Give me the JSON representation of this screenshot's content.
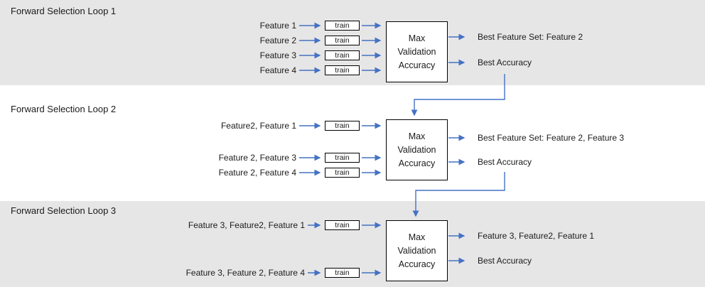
{
  "colors": {
    "band_bg": "#E7E6E6",
    "arrow_blue": "#4472C4",
    "box_border": "#000000",
    "text": "#1A1A1A"
  },
  "loops": [
    {
      "title": "Forward Selection Loop 1",
      "inputs": [
        "Feature 1",
        "Feature 2",
        "Feature 3",
        "Feature 4"
      ],
      "train_label": "train",
      "selector_box": [
        "Max",
        "Validation",
        "Accuracy"
      ],
      "outputs": [
        "Best Feature Set: Feature 2",
        "Best Accuracy"
      ]
    },
    {
      "title": "Forward Selection Loop 2",
      "inputs": [
        "Feature2, Feature 1",
        "Feature 2, Feature 3",
        "Feature 2, Feature 4"
      ],
      "train_label": "train",
      "selector_box": [
        "Max",
        "Validation",
        "Accuracy"
      ],
      "outputs": [
        "Best Feature Set: Feature 2, Feature 3",
        "Best Accuracy"
      ]
    },
    {
      "title": "Forward Selection Loop 3",
      "inputs": [
        "Feature 3, Feature2, Feature 1",
        "Feature 3, Feature 2, Feature 4"
      ],
      "train_label": "train",
      "selector_box": [
        "Max",
        "Validation",
        "Accuracy"
      ],
      "outputs": [
        "Feature 3, Feature2, Feature 1",
        "Best Accuracy"
      ]
    }
  ]
}
